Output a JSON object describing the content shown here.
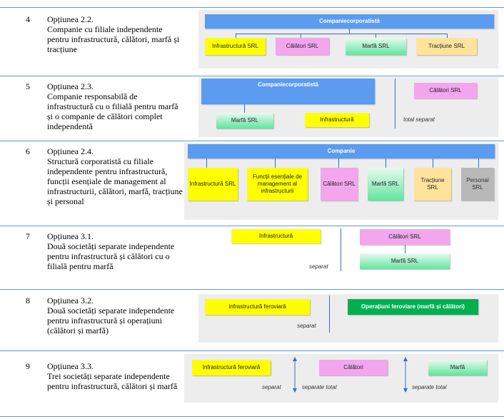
{
  "rows": [
    {
      "num": "4",
      "title": "Opțiunea 2.2.",
      "desc": "Companie cu filiale independente pentru infrastructură, călători, marfă și tracțiune",
      "boxes": [
        "Companiecorporatistă",
        "Infrastructură SRL",
        "Călători SRL",
        "Marfă SRL",
        "Tracțiune SRL"
      ]
    },
    {
      "num": "5",
      "title": "Opțiunea 2.3.",
      "desc": "Companie responsabilă de infrastructură cu o filială pentru marfă și o companie de călători complet independentă",
      "boxes": [
        "Companiecorporatistă",
        "Marfă SRL",
        "Infrastructură",
        "Călători SRL"
      ],
      "labels": [
        "total separat"
      ]
    },
    {
      "num": "6",
      "title": "Opțiunea 2.4.",
      "desc": "Structură corporatistă cu filiale independente pentru infrastructură, funcții esențiale de management al infrastructurii, călători, marfă, tracțiune și personal",
      "boxes": [
        "Companie",
        "Infrastructură SRL",
        "Funcții esențiale de management al infrastructurii",
        "Călători SRL",
        "Marfă SRL",
        "Tracțiune SRL",
        "Personal SRL"
      ]
    },
    {
      "num": "7",
      "title": "Opțiunea 3.1.",
      "desc": "Două societăți separate independente pentru infrastructură și călători cu o filială pentru marfă",
      "boxes": [
        "Infrastructură",
        "Călători SRL",
        "Marfă SRL"
      ],
      "labels": [
        "separat"
      ]
    },
    {
      "num": "8",
      "title": "Opțiunea 3.2.",
      "desc": "Două societăți separate independente pentru infrastructură și operațiuni (călători și marfă)",
      "boxes": [
        "Infrastructură feroviară",
        "Operațiuni feroviare (marfă și călători)"
      ],
      "labels": [
        "separat"
      ]
    },
    {
      "num": "9",
      "title": "Opțiunea 3.3.",
      "desc": "Trei societăți separate independente pentru infrastructură, călători și marfă",
      "boxes": [
        "Infrastructură feroviară",
        "Călători",
        "Marfă"
      ],
      "labels": [
        "separat",
        "separate total",
        "separate total"
      ]
    }
  ]
}
